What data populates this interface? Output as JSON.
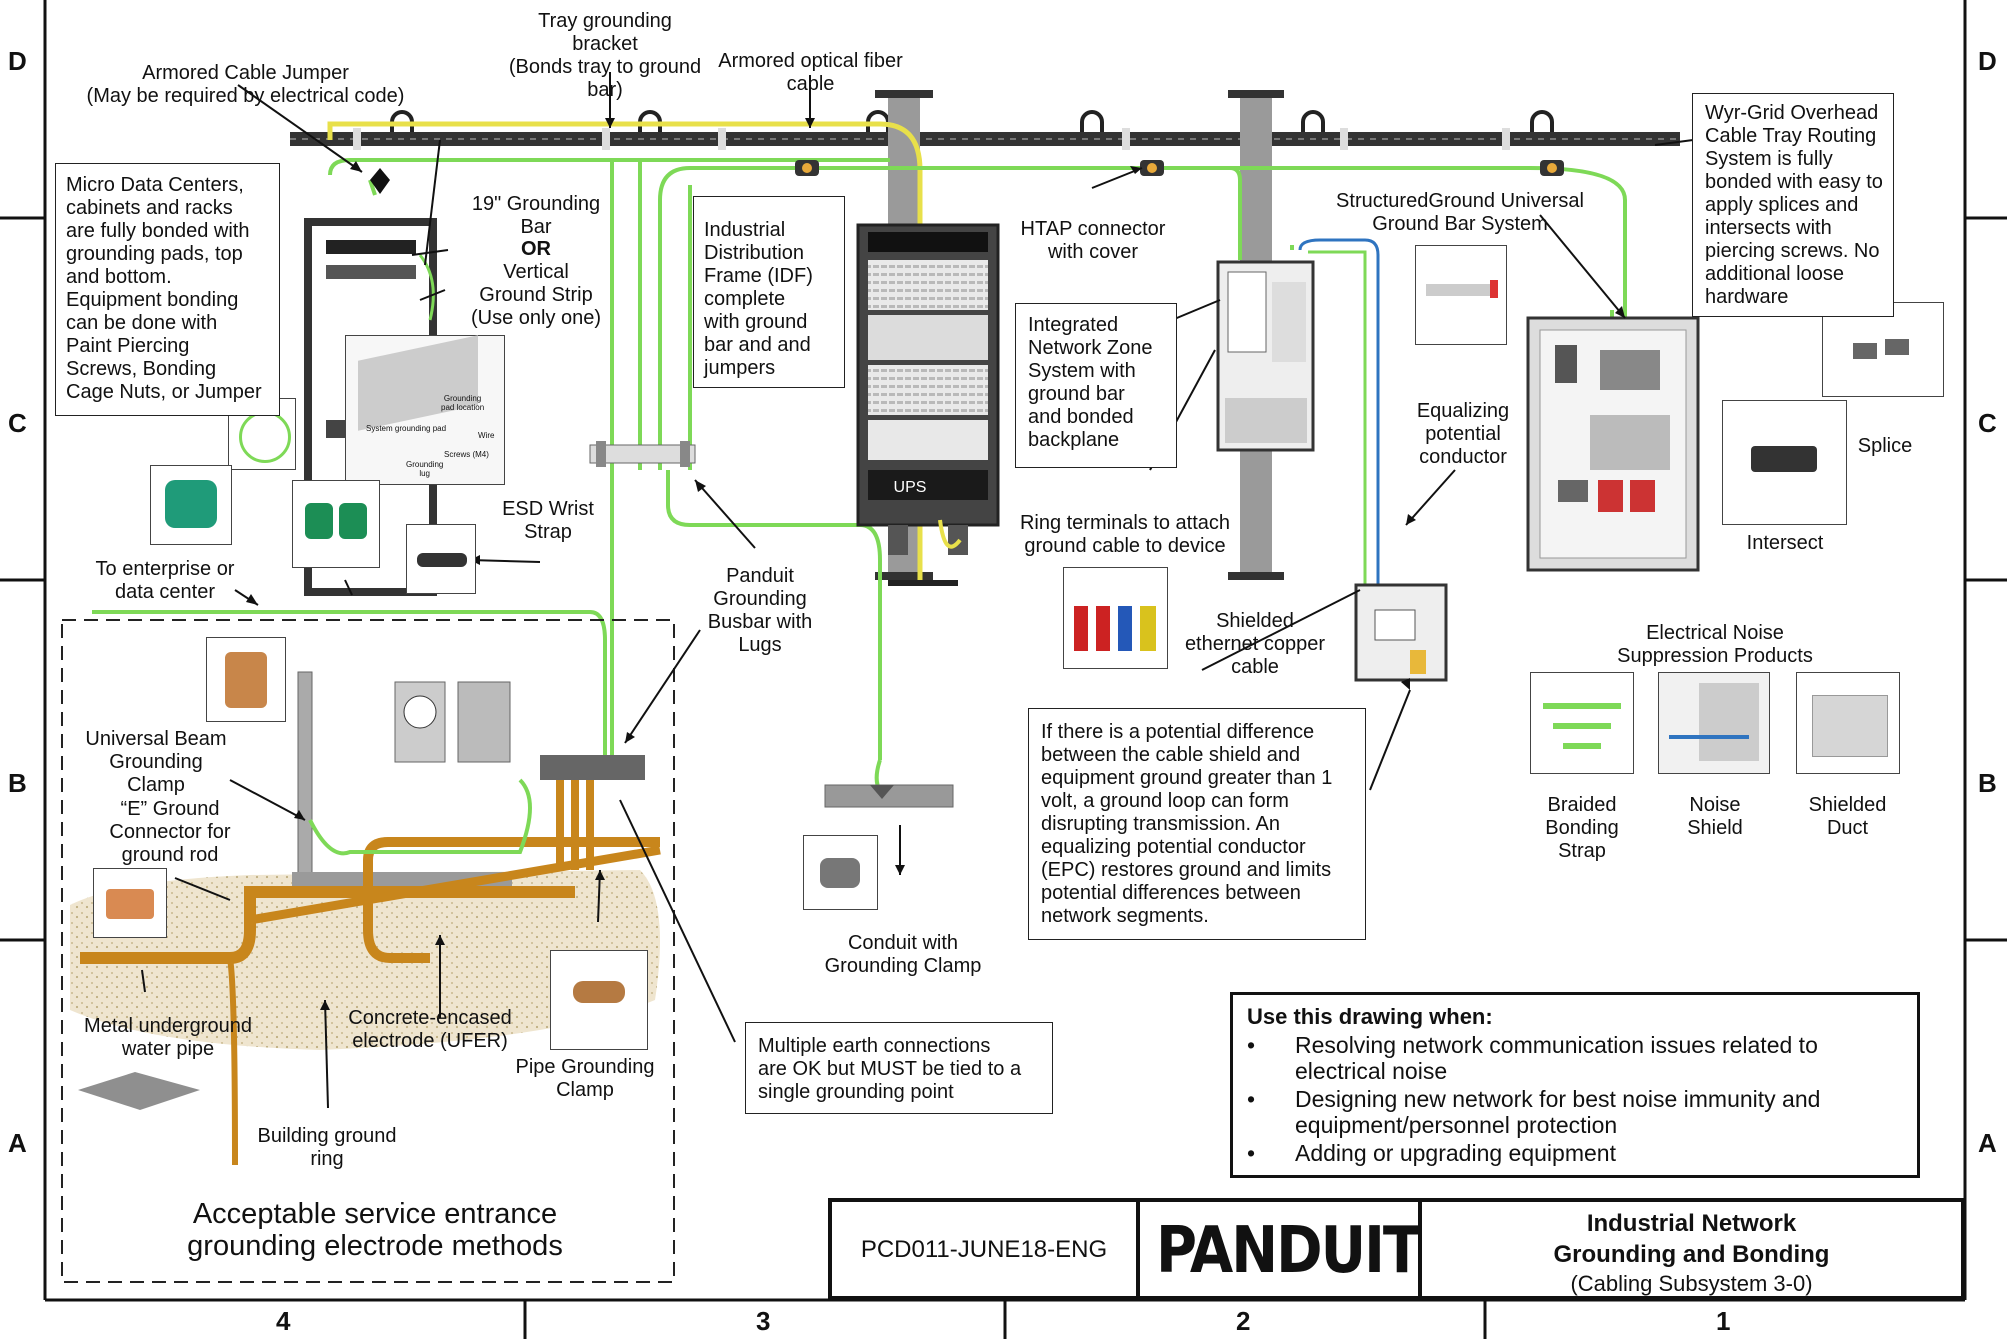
{
  "zones": {
    "rows": [
      "D",
      "C",
      "B",
      "A"
    ],
    "cols": [
      "4",
      "3",
      "2",
      "1"
    ]
  },
  "labels": {
    "tray_bracket": "Tray grounding\nbracket\n(Bonds tray to ground\nbar)",
    "armored_fiber": "Armored optical fiber\ncable",
    "armored_jumper": "Armored Cable Jumper\n(May be required by electrical code)",
    "micro_dc": "Micro Data Centers,\ncabinets and racks\nare fully bonded with\ngrounding pads, top\nand bottom.\nEquipment bonding\ncan be done with\nPaint Piercing\nScrews, Bonding\nCage Nuts, or Jumper",
    "ground_bar_a": "19\" Grounding\nBar",
    "ground_bar_or": "OR",
    "ground_bar_b": "Vertical\nGround Strip\n(Use only one)",
    "idf": "Industrial\nDistribution\nFrame (IDF)\ncomplete\nwith ground\nbar and and\njumpers",
    "htap": "HTAP connector\nwith cover",
    "structured_ground": "StructuredGround Universal\nGround Bar System",
    "wyrgrid": "Wyr-Grid Overhead\nCable Tray Routing\nSystem is fully\nbonded with easy to\napply splices and\nintersects with\npiercing screws.  No\nadditional loose\nhardware",
    "izone": "Integrated\nNetwork Zone\nSystem  with\nground bar\nand bonded\nbackplane",
    "epc": "Equalizing\npotential\nconductor",
    "splice": "Splice",
    "intersect": "Intersect",
    "esd": "ESD Wrist\nStrap",
    "enterprise": "To enterprise or\ndata center",
    "busbar": "Panduit\nGrounding\nBusbar with\nLugs",
    "ring_terminals": "Ring terminals to attach\nground cable to device",
    "shielded_cable": "Shielded\nethernet copper\ncable",
    "noise_products": "Electrical Noise\nSuppression Products",
    "braided": "Braided\nBonding\nStrap",
    "noise_shield": "Noise\nShield",
    "shielded_duct": "Shielded\nDuct",
    "beam_clamp": "Universal Beam\nGrounding\nClamp",
    "e_ground": "“E” Ground\nConnector for\nground rod",
    "water_pipe": "Metal underground\nwater pipe",
    "ufer": "Concrete-encased\nelectrode (UFER)",
    "pipe_clamp": "Pipe Grounding\nClamp",
    "ground_ring": "Building ground\nring",
    "service_entrance": "Acceptable service entrance\ngrounding electrode methods",
    "conduit": "Conduit with\nGrounding Clamp",
    "multiple_earth": "Multiple earth connections\nare OK but MUST be tied to a\nsingle grounding point",
    "potential_diff": "If there is a potential difference\nbetween the cable shield and\nequipment ground greater than 1\nvolt, a ground loop can form\ndisrupting transmission.  An\nequalizing potential conductor\n(EPC) restores ground and limits\npotential differences between\nnetwork segments.",
    "ups": "UPS",
    "photo_grounding_pad": "Grounding\npad location",
    "photo_wire": "Wire",
    "photo_system_pad": "System grounding pad",
    "photo_screws": "Screws (M4)",
    "photo_lug": "Grounding\nlug"
  },
  "use_when": {
    "heading": "Use this drawing when:",
    "items": [
      "Resolving network communication issues related to electrical noise",
      "Designing new network for best noise immunity and equipment/personnel protection",
      "Adding or upgrading equipment"
    ]
  },
  "title_block": {
    "doc_number": "PCD011-JUNE18-ENG",
    "logo": "PANDUIT",
    "title_line1": "Industrial Network",
    "title_line2": "Grounding and Bonding",
    "subtitle": "(Cabling Subsystem 3-0)"
  },
  "colors": {
    "ground_wire": "#7ed957",
    "ground_yellow": "#e8e04a",
    "copper": "#c8861c",
    "tray": "#333333",
    "blue_wire": "#2f74c0"
  }
}
